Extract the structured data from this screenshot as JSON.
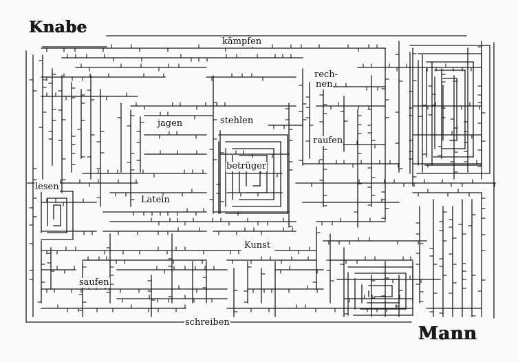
{
  "start_label": "Knabe",
  "end_label": "Mann",
  "words": {
    "kaempfen": "kämpfen",
    "rech": "rech-",
    "nen": "nen",
    "jagen": "jagen",
    "stehlen": "stehlen",
    "raufen": "raufen",
    "betrueger": "betrüger",
    "lesen": "lesen",
    "latein": "Latein",
    "kunst": "Kunst",
    "saufen": "saufen",
    "schreiben": "schreiben"
  },
  "colors": {
    "ink": "#1a1a1a",
    "paper": "#fbfbfb"
  }
}
